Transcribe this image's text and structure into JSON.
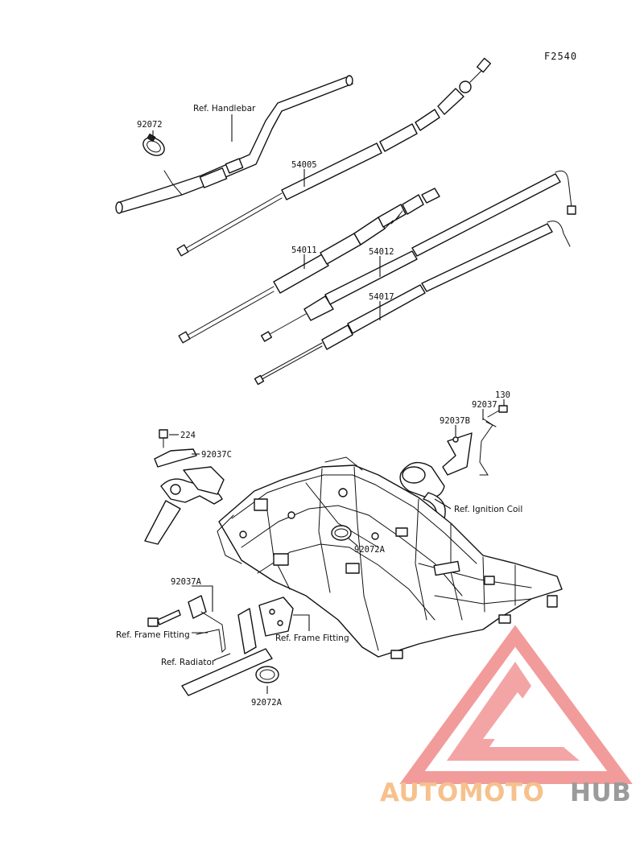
{
  "diagram": {
    "code": "F2540",
    "labels": {
      "clamp_top": "92072",
      "handlebar": "Ref. Handlebar",
      "cable_54005": "54005",
      "cable_54011": "54011",
      "cable_54012": "54012",
      "cable_54017": "54017",
      "bolt_130": "130",
      "clip_92037": "92037",
      "clip_92037b": "92037B",
      "ignition_coil": "Ref. Ignition Coil",
      "bolt_224": "224",
      "clip_92037c": "92037C",
      "clamp_92072a_mid": "92072A",
      "clip_92037a": "92037A",
      "frame_fitting_left": "Ref. Frame Fitting",
      "frame_fitting_right": "Ref. Frame Fitting",
      "radiator": "Ref. Radiator",
      "clamp_92072a_bottom": "92072A"
    }
  },
  "watermark": {
    "word_orange": "AUTOMOTO",
    "word_gray": "HUB",
    "colors": {
      "orange": "#f5b77a",
      "gray": "#8a8a8a",
      "triangle": "#f08a8a"
    }
  }
}
